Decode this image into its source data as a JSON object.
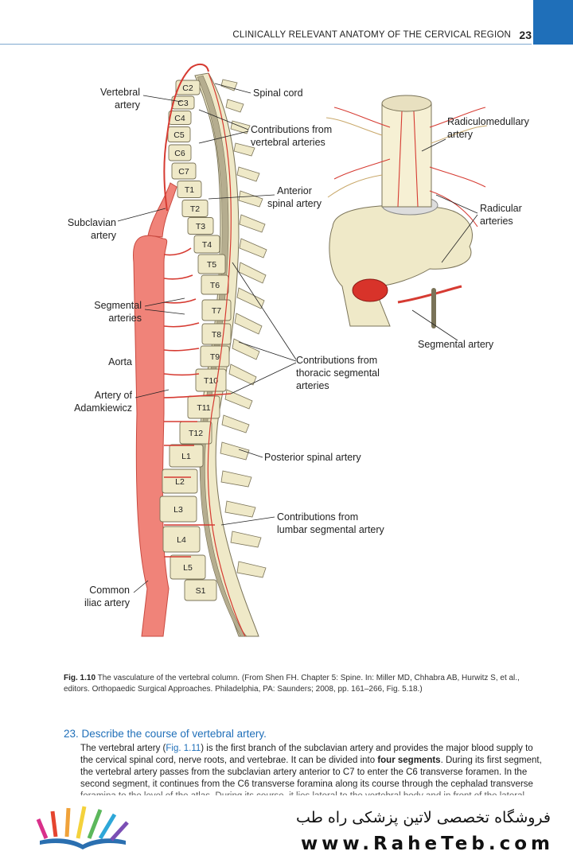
{
  "header": {
    "running_head": "CLINICALLY RELEVANT ANATOMY OF THE CERVICAL REGION",
    "page_number": "23",
    "tab_color": "#1f6fb9"
  },
  "figure": {
    "labels": {
      "vertebral_artery": [
        "Vertebral",
        "artery"
      ],
      "spinal_cord": "Spinal cord",
      "contrib_vertebral": [
        "Contributions from",
        "vertebral arteries"
      ],
      "anterior_spinal": [
        "Anterior",
        "spinal artery"
      ],
      "subclavian": [
        "Subclavian",
        "artery"
      ],
      "segmental_arteries": [
        "Segmental",
        "arteries"
      ],
      "aorta": "Aorta",
      "adamkiewicz": [
        "Artery of",
        "Adamkiewicz"
      ],
      "contrib_thoracic": [
        "Contributions from",
        "thoracic segmental",
        "arteries"
      ],
      "posterior_spinal": "Posterior spinal artery",
      "contrib_lumbar": [
        "Contributions from",
        "lumbar segmental artery"
      ],
      "common_iliac": [
        "Common",
        "iliac artery"
      ],
      "radiculomedullary": [
        "Radiculomedullary",
        "artery"
      ],
      "radicular": [
        "Radicular",
        "arteries"
      ],
      "segmental_artery": "Segmental artery"
    },
    "vertebrae": [
      "C2",
      "C3",
      "C4",
      "C5",
      "C6",
      "C7",
      "T1",
      "T2",
      "T3",
      "T4",
      "T5",
      "T6",
      "T7",
      "T8",
      "T9",
      "T10",
      "T11",
      "T12",
      "L1",
      "L2",
      "L3",
      "L4",
      "L5",
      "S1"
    ],
    "colors": {
      "artery": "#e8584f",
      "artery_dark": "#c8302a",
      "bone": "#efe9c8",
      "bone_stroke": "#7a7358",
      "canal": "#b5ad8f"
    }
  },
  "caption": {
    "label": "Fig. 1.10",
    "text": "The vasculature of the vertebral column. (From Shen FH. Chapter 5: Spine. In: Miller MD, Chhabra AB, Hurwitz S, et al., editors. Orthopaedic Surgical Approaches. Philadelphia, PA: Saunders; 2008, pp. 161–266, Fig. 5.18.)"
  },
  "section": {
    "question": "23. Describe the course of vertebral artery.",
    "para_a": "The vertebral artery (",
    "para_link": "Fig. 1.11",
    "para_b": ") is the first branch of the subclavian artery and provides the major blood supply to the cervical spinal cord, nerve roots, and vertebrae. It can be divided into ",
    "para_bold": "four segments",
    "para_c": ". During its first segment, the vertebral artery passes from the subclavian artery anterior to C7 to enter the C6 transverse foramen. In the second segment, it continues from the C6 transverse foramina along its course through the cephalad transverse foramina to the level of the atlas. During its course, it lies lateral to the vertebral body and in front of the lateral"
  },
  "footer": {
    "store_name": "فروشگاه تخصصی لاتین پزشکی  راه طب",
    "url": "www.RaheTeb.com"
  }
}
